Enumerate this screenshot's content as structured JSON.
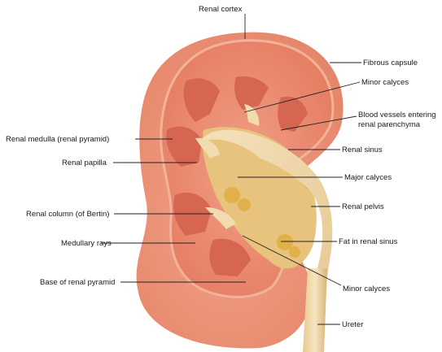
{
  "diagram": {
    "labels": {
      "renal_cortex": "Renal cortex",
      "fibrous_capsule": "Fibrous capsule",
      "minor_calyces_top": "Minor calyces",
      "blood_vessels_line1": "Blood vessels entering",
      "blood_vessels_line2": "renal parenchyma",
      "renal_medulla": "Renal medulla (renal pyramid)",
      "renal_sinus": "Renal sinus",
      "renal_papilla": "Renal papilla",
      "major_calyces": "Major calyces",
      "renal_pelvis": "Renal pelvis",
      "renal_column": "Renal column (of Bertin)",
      "fat_in_renal_sinus": "Fat in renal sinus",
      "medullary_rays": "Medullary rays",
      "base_of_renal_pyramid": "Base of renal pyramid",
      "minor_calyces_bottom": "Minor calyces",
      "ureter": "Ureter"
    },
    "colors": {
      "cortex": "#e98a6c",
      "capsule": "#f3b29a",
      "pyramid": "#d86a55",
      "sinus_fat": "#e6c07a",
      "pelvis": "#efd6a6",
      "outer_shadow": "#e6967c"
    }
  }
}
